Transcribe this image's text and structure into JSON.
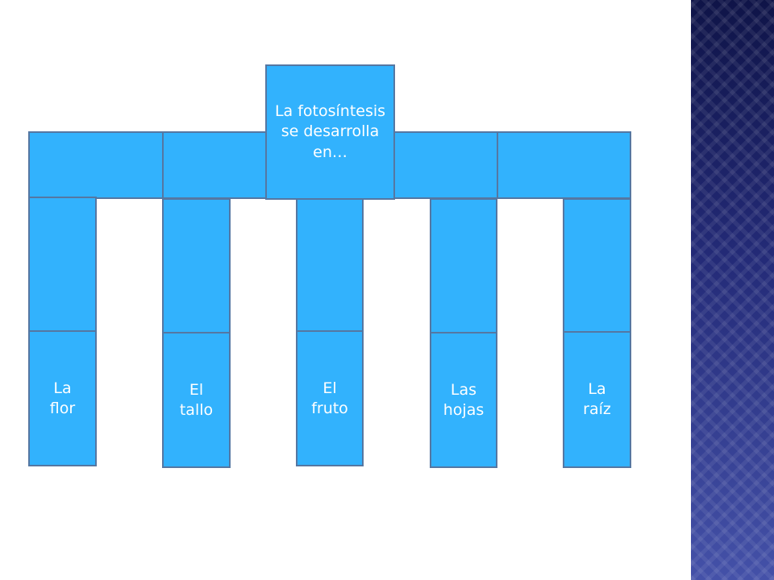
{
  "diagram": {
    "title": "La fotosíntesis\nse desarrolla\nen…",
    "parts": [
      {
        "label": "La\nflor"
      },
      {
        "label": "El\ntallo"
      },
      {
        "label": "El\nfruto"
      },
      {
        "label": "Las\nhojas"
      },
      {
        "label": "La\nraíz"
      }
    ]
  },
  "colors": {
    "box_fill": "#32b2fd",
    "box_border": "#5577a2",
    "text": "#ffffff",
    "side_panel_dark": "#0f1448",
    "side_panel_light": "#4451a8"
  }
}
